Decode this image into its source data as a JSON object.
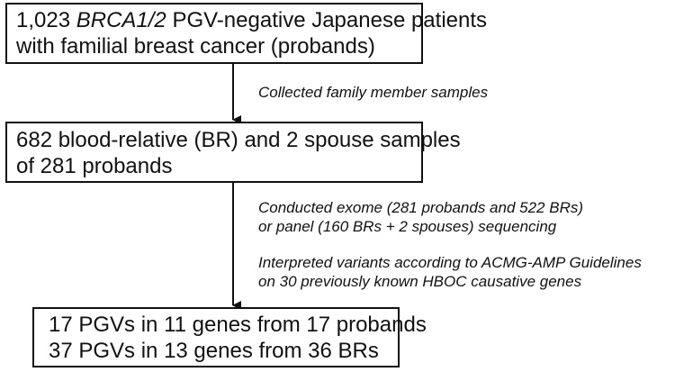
{
  "box1": {
    "line1_pre": "1,023 ",
    "line1_gene": "BRCA1/2",
    "line1_post": " PGV-negative Japanese patients",
    "line2": "with familial breast cancer (probands)"
  },
  "note1": "Collected family member samples",
  "box2": {
    "line1": "682 blood-relative (BR) and 2 spouse samples",
    "line2": "of 281 probands"
  },
  "note2": {
    "line1": "Conducted exome (281 probands and 522 BRs)",
    "line2": "or panel (160 BRs + 2 spouses) sequencing"
  },
  "note3": {
    "line1": "Interpreted variants according to ACMG-AMP Guidelines",
    "line2": "on 30 previously known HBOC causative genes"
  },
  "box3": {
    "line1": "17 PGVs in 11 genes from 17 probands",
    "line2": "37 PGVs in 13 genes from 36 BRs"
  }
}
